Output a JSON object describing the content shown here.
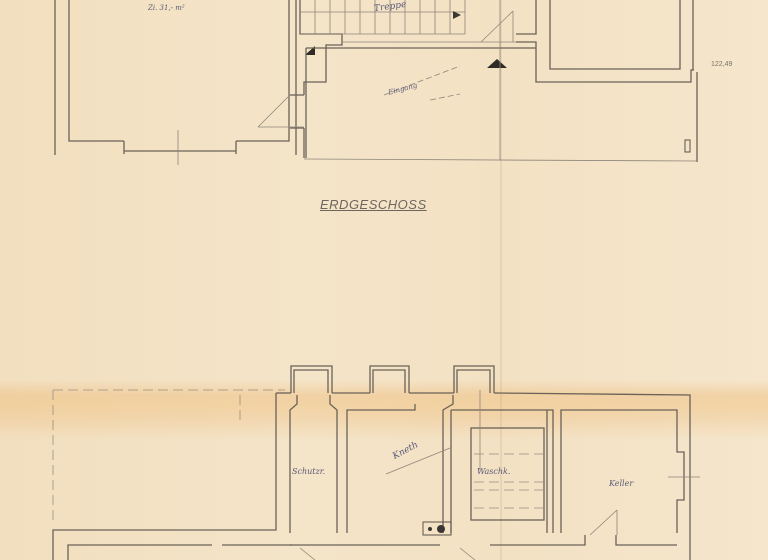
{
  "document": {
    "type": "architectural floor plan (scanned blueprint)",
    "paper_color": "#f3e2c4",
    "line_color": "#6b6258",
    "handwriting_color": "#5a5a78"
  },
  "plan_title": "ERDGESCHOSS",
  "upper_plan": {
    "room_labels": [
      {
        "id": "top-left-room",
        "text": "Zi. 31,- m²"
      },
      {
        "id": "stair-label",
        "text": "Treppe"
      },
      {
        "id": "diagonal-note",
        "text": "Eingang"
      }
    ],
    "dimension_label": "122,49"
  },
  "lower_plan": {
    "room_labels": [
      {
        "id": "schutzraum",
        "text": "Schutzr."
      },
      {
        "id": "keller-1",
        "text": "Kneth"
      },
      {
        "id": "waschk",
        "text": "Waschk."
      },
      {
        "id": "keller-2",
        "text": "Keller"
      }
    ]
  }
}
